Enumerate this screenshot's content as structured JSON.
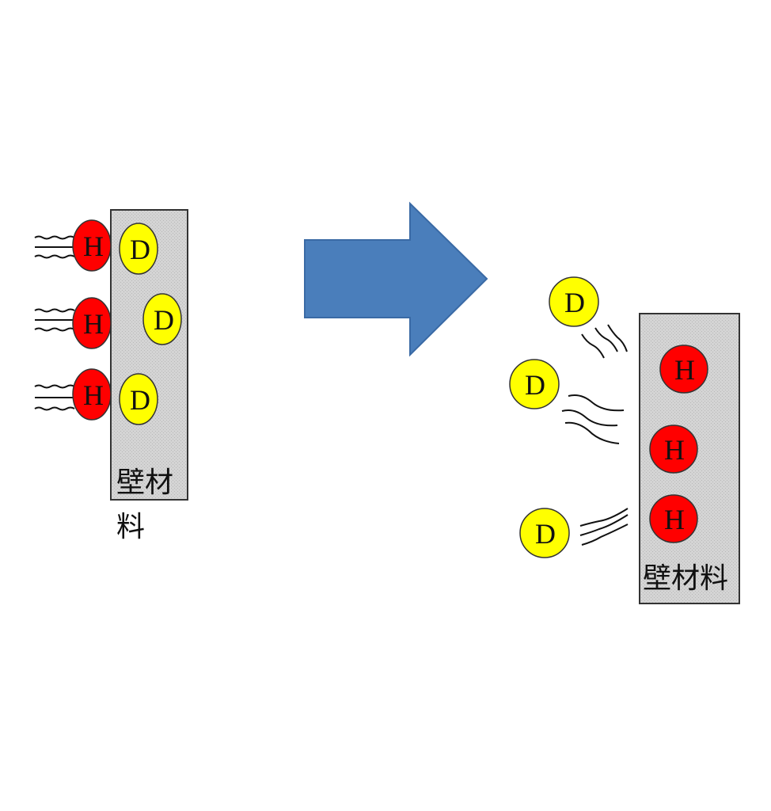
{
  "colors": {
    "hydrogen": "#ff0000",
    "deuterium": "#ffff00",
    "wall": "#cfcfcf",
    "arrow": "#4a7ebb",
    "outline": "#333333"
  },
  "left_panel": {
    "wall_label_line1": "壁材",
    "wall_label_line2": "料",
    "h_label": "H",
    "d_label": "D"
  },
  "arrow": {
    "icon": "right-block-arrow-icon"
  },
  "right_panel": {
    "wall_label": "壁材料",
    "h_label": "H",
    "d_label": "D"
  }
}
